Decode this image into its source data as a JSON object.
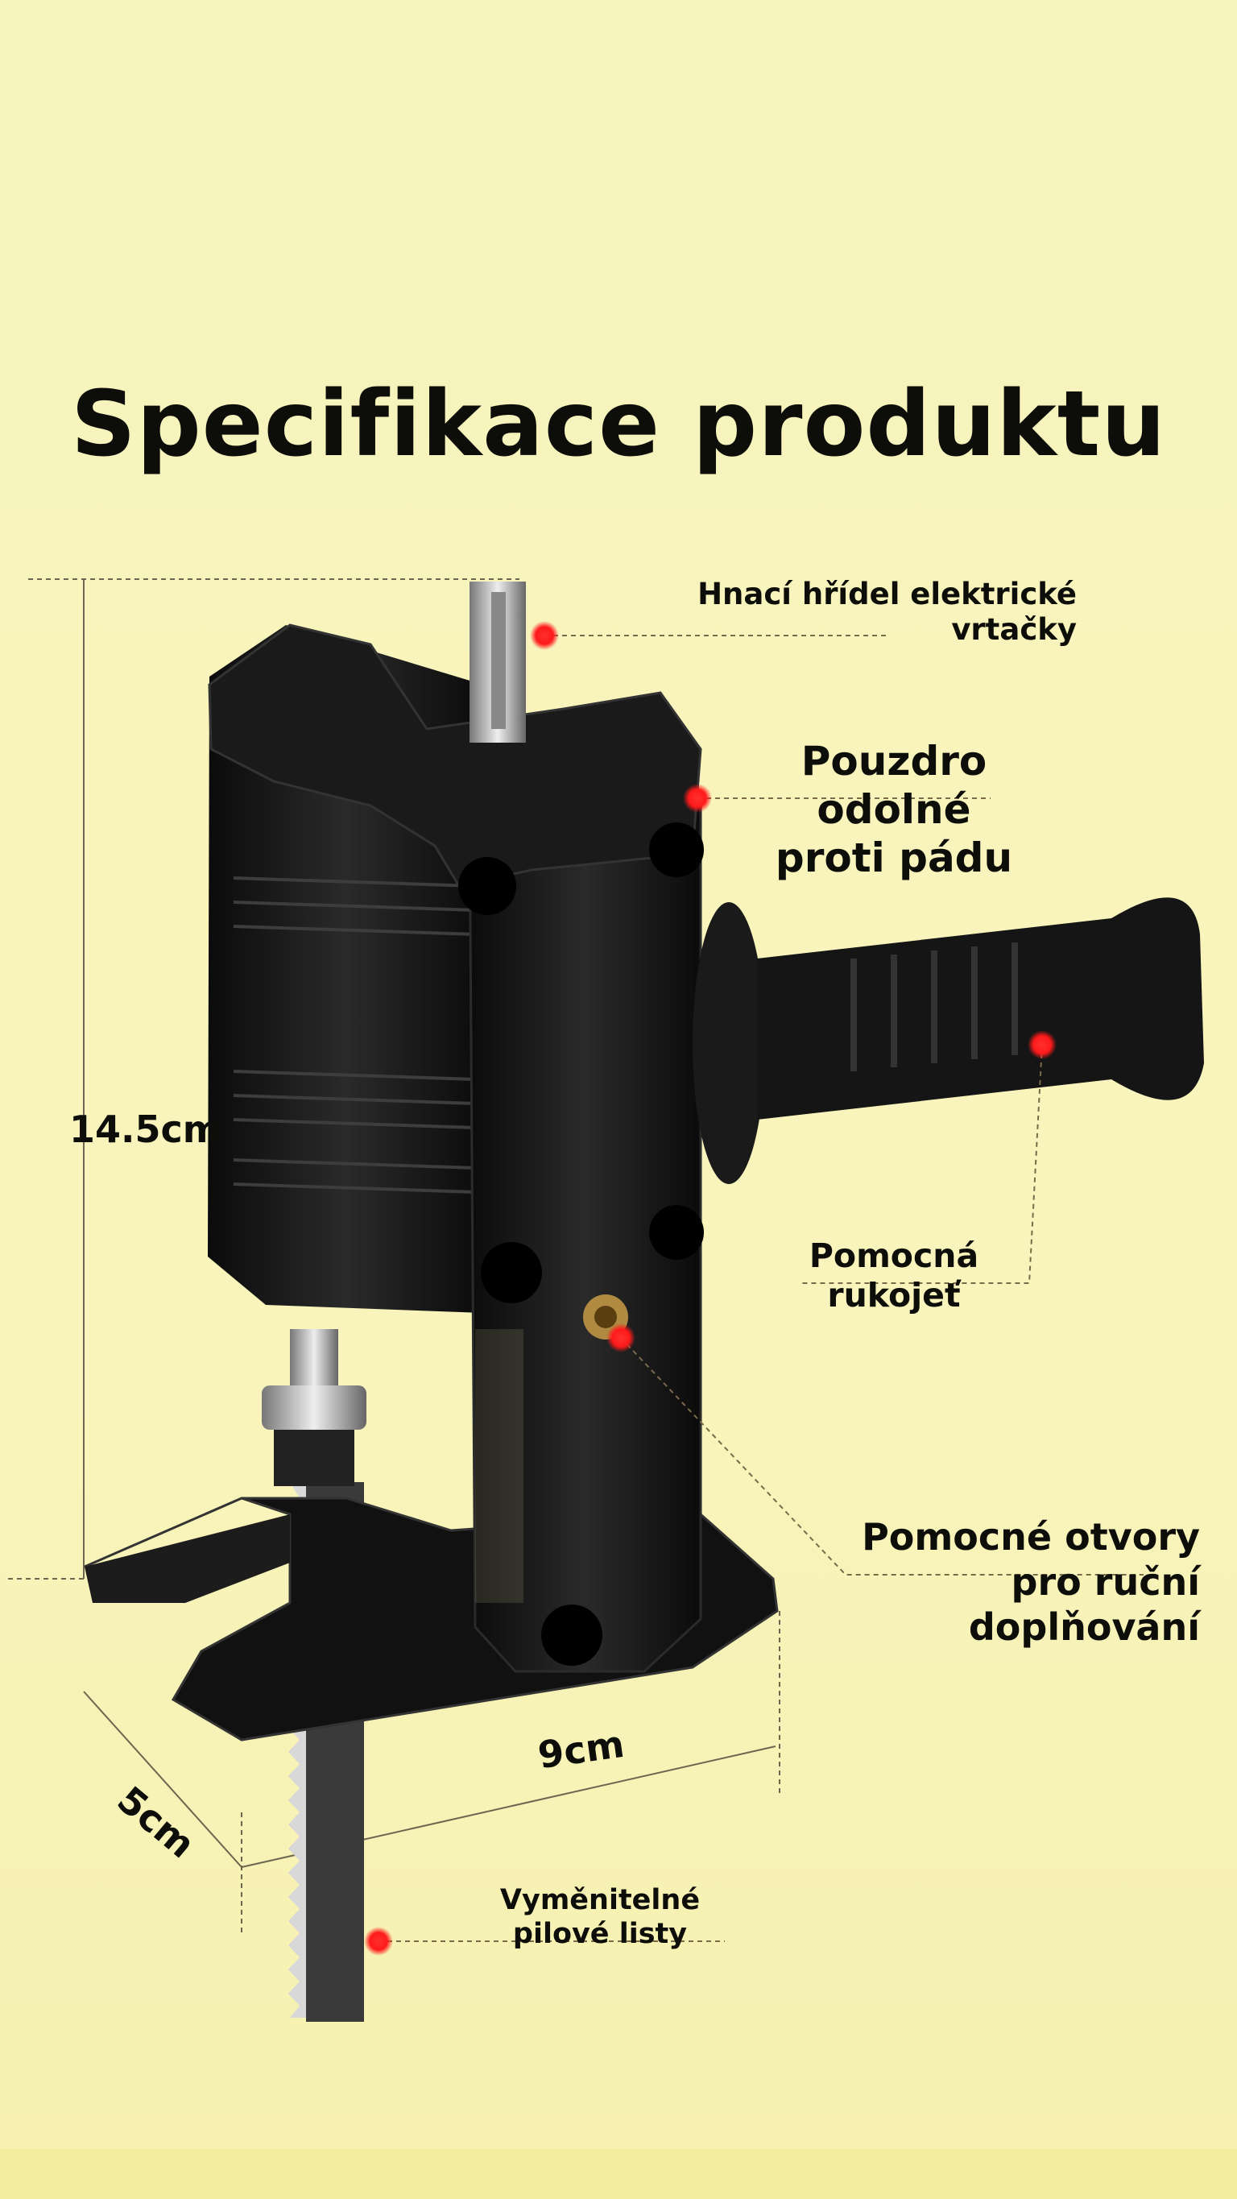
{
  "title": "Specifikace produktu",
  "labels": {
    "drive_shaft": [
      "Hnací hřídel elektrické",
      "vrtačky"
    ],
    "housing": [
      "Pouzdro odolné",
      "proti pádu"
    ],
    "handle": [
      "Pomocná",
      "rukojeť"
    ],
    "holes": [
      "Pomocné otvory",
      "pro ruční",
      "doplňování"
    ],
    "blades": [
      "Vyměnitelné",
      "pilové listy"
    ]
  },
  "dimensions": {
    "height": "14.5cm",
    "width": "9cm",
    "depth": "5cm"
  },
  "colors": {
    "background": "#f8f4bc",
    "tool": "#141414",
    "marker": "#ff2020",
    "leader": "#7a6a4a"
  }
}
